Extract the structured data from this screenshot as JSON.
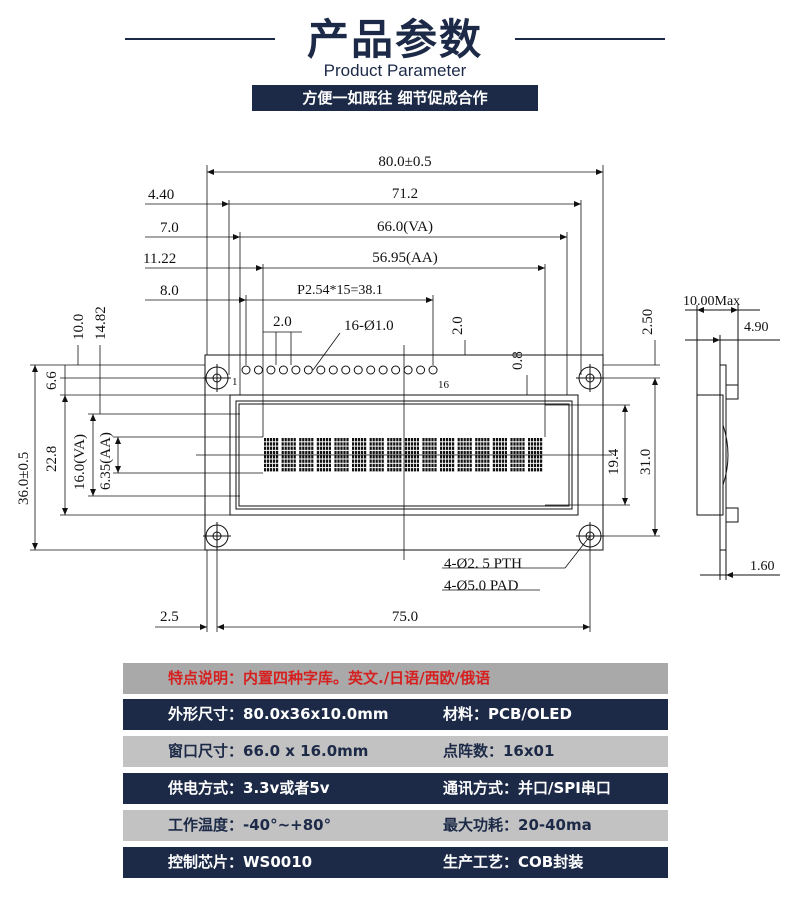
{
  "header": {
    "title": "产品参数",
    "subtitle": "Product Parameter",
    "tagline": "方便一如既往  细节促成合作"
  },
  "drawing": {
    "front_view": {
      "overall_width": "80.0±0.5",
      "hole_span_width": "71.2",
      "va_width": "66.0(VA)",
      "aa_width": "56.95(AA)",
      "pitch_label": "P2.54*15=38.1",
      "pin_pitch": "2.0",
      "pin_holes": "16-Ø1.0",
      "pin_first": "1",
      "pin_last": "16",
      "offset_440": "4.40",
      "offset_70": "7.0",
      "offset_1122": "11.22",
      "offset_80": "8.0",
      "v_100": "10.0",
      "v_1482": "14.82",
      "v_20": "2.0",
      "v_08": "0.8",
      "v_250": "2.50",
      "h_66": "6.6",
      "overall_height": "36.0±0.5",
      "h_228": "22.8",
      "va_height": "16.0(VA)",
      "aa_height": "6.35(AA)",
      "h_194": "19.4",
      "h_310": "31.0",
      "mount_holes": "4-Ø2. 5 PTH",
      "mount_pads": "4-Ø5.0 PAD",
      "bottom_25": "2.5",
      "bottom_750": "75.0"
    },
    "side_view": {
      "thickness_max": "10.00Max",
      "dim_490": "4.90",
      "dim_160": "1.60"
    }
  },
  "specs": {
    "note": "特点说明：内置四种字库。英文./日语/西欧/俄语",
    "rows": [
      {
        "left": "外形尺寸：80.0x36x10.0mm",
        "right": "材料：PCB/OLED"
      },
      {
        "left": "窗口尺寸：66.0 x 16.0mm",
        "right": "点阵数：16x01"
      },
      {
        "left": "供电方式：3.3v或者5v",
        "right": "通讯方式：并口/SPI串口"
      },
      {
        "left": "工作温度：-40°~+80°",
        "right": "最大功耗：20-40ma"
      },
      {
        "left": "控制芯片：WS0010",
        "right": "生产工艺：COB封装"
      }
    ]
  },
  "colors": {
    "navy": "#1c2a48",
    "note_red": "#d62020",
    "row_grey": "#c2c2c2",
    "note_grey": "#a9a9a9"
  }
}
